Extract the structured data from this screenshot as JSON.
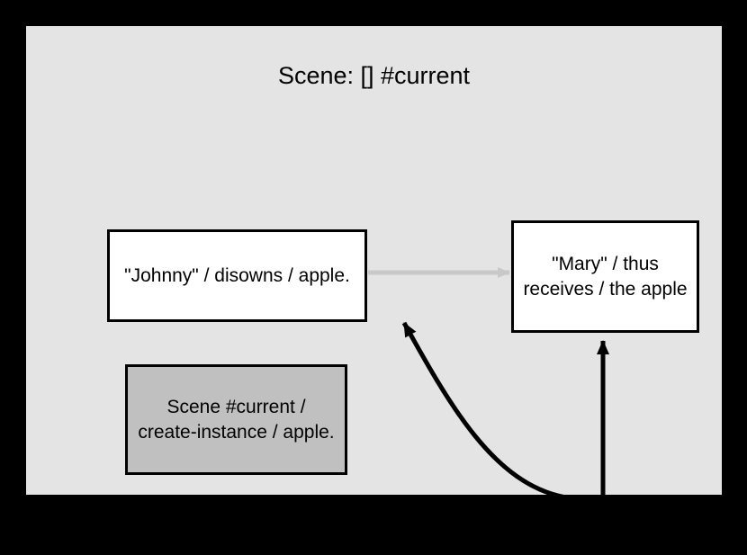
{
  "diagram": {
    "title": "Scene: [] #current",
    "background_color": "#000000",
    "panel_color": "#e4e4e4",
    "nodes": [
      {
        "id": "johnny",
        "label": "\"Johnny\" / disowns / apple.",
        "fill": "#ffffff",
        "stroke": "#000000"
      },
      {
        "id": "mary",
        "label": "\"Mary\" / thus receives / the apple",
        "fill": "#ffffff",
        "stroke": "#000000"
      },
      {
        "id": "scene-instance",
        "label": "Scene #current / create-instance / apple.",
        "fill": "#c0c0c0",
        "stroke": "#000000"
      }
    ],
    "edges": [
      {
        "id": "johnny-to-mary",
        "from": "johnny",
        "to": "mary",
        "color": "#c8c8c8",
        "style": "straight"
      },
      {
        "id": "curve-to-johnny",
        "from": "offscreen-bottom",
        "to": "johnny",
        "color": "#000000",
        "style": "curved"
      },
      {
        "id": "vertical-to-mary",
        "from": "offscreen-bottom",
        "to": "mary",
        "color": "#000000",
        "style": "straight"
      }
    ]
  }
}
